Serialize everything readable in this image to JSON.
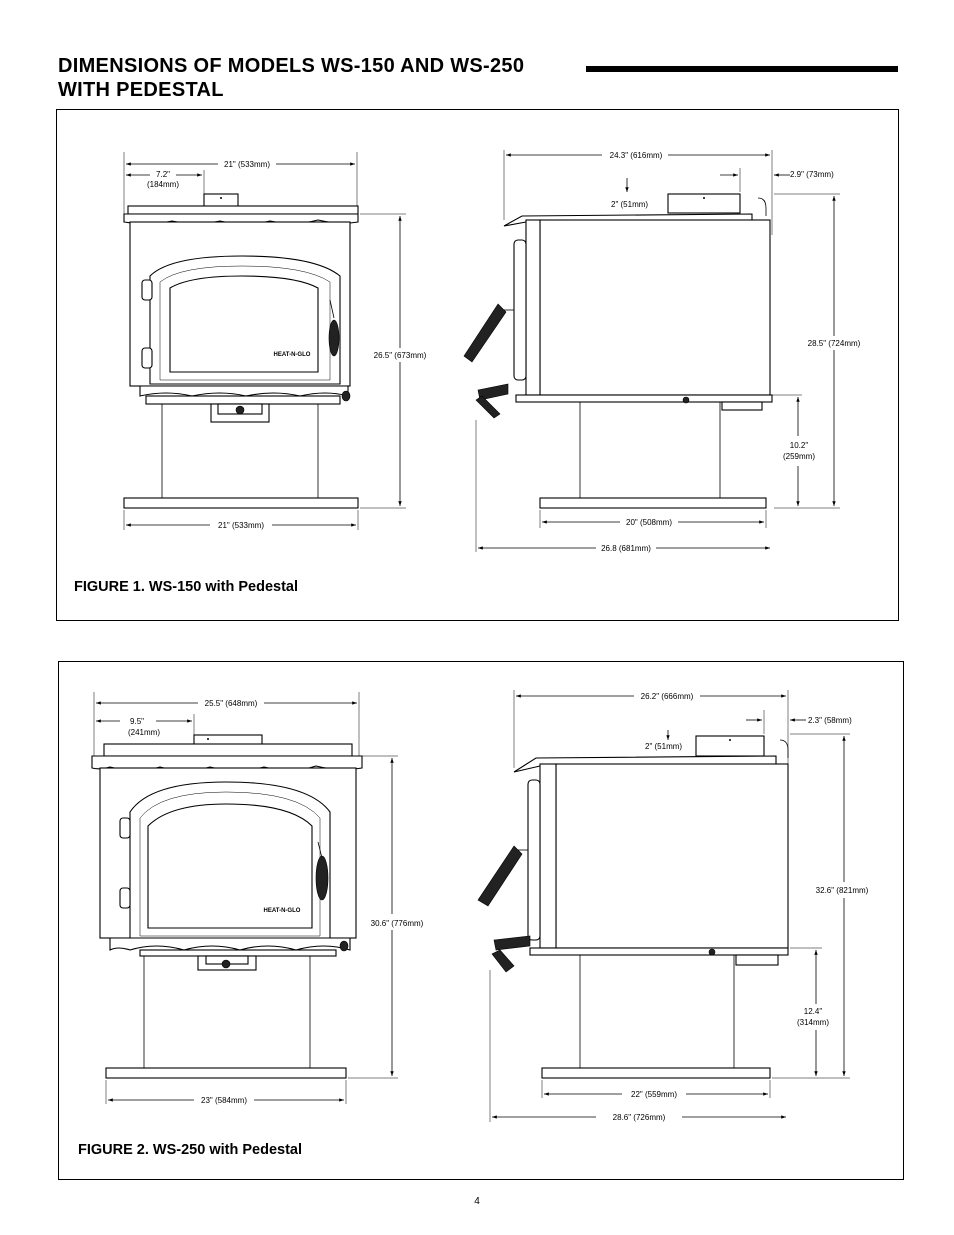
{
  "page": {
    "title_line1": "DIMENSIONS OF MODELS WS-150 AND WS-250",
    "title_line2": "WITH PEDESTAL",
    "page_number": "4"
  },
  "figure1": {
    "caption": "FIGURE 1.  WS-150 with Pedestal",
    "brand": "HEAT-N-GLO",
    "front": {
      "top_width": "21\" (533mm)",
      "offset_a": "7.2\"",
      "offset_b": "(184mm)",
      "height": "26.5\" (673mm)",
      "base_width": "21\" (533mm)"
    },
    "side": {
      "top_depth": "24.3\" (616mm)",
      "rear_offset": "2.9\" (73mm)",
      "collar": "2\" (51mm)",
      "height": "28.5\" (724mm)",
      "leg_a": "10.2\"",
      "leg_b": "(259mm)",
      "base_depth": "20\" (508mm)",
      "overall_depth": "26.8 (681mm)"
    }
  },
  "figure2": {
    "caption": "FIGURE 2.   WS-250 with Pedestal",
    "brand": "HEAT-N-GLO",
    "front": {
      "top_width": "25.5\" (648mm)",
      "offset_a": "9.5\"",
      "offset_b": "(241mm)",
      "height": "30.6\" (776mm)",
      "base_width": "23\" (584mm)"
    },
    "side": {
      "top_depth": "26.2\" (666mm)",
      "rear_offset": "2.3\" (58mm)",
      "collar": "2\" (51mm)",
      "height": "32.6\" (821mm)",
      "leg_a": "12.4\"",
      "leg_b": "(314mm)",
      "base_depth": "22\" (559mm)",
      "overall_depth": "28.6\" (726mm)"
    }
  }
}
